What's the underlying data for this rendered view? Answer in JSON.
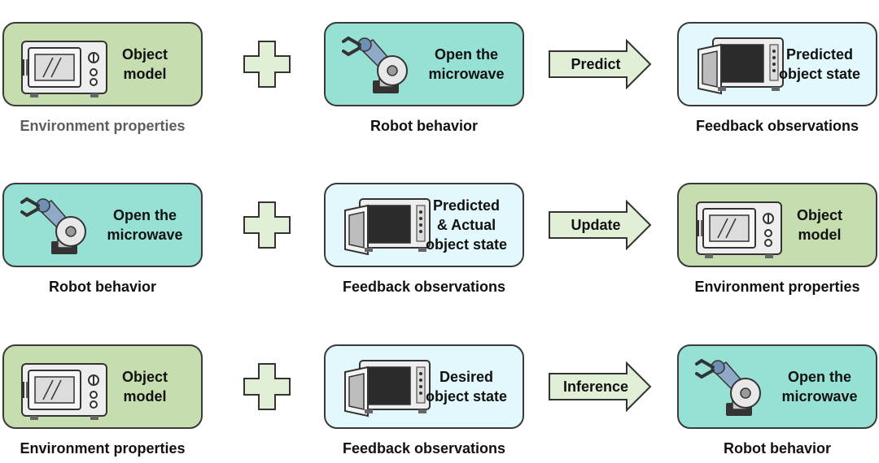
{
  "rows": [
    {
      "cards": [
        {
          "kind": "microwave-closed",
          "text": "Object\nmodel",
          "caption": "Environment properties"
        },
        {
          "kind": "robot-arm",
          "text": "Open the\nmicrowave",
          "caption": "Robot behavior"
        },
        {
          "kind": "microwave-open",
          "text": "Predicted\nobject state",
          "caption": "Feedback observations"
        }
      ],
      "arrow_label": "Predict"
    },
    {
      "cards": [
        {
          "kind": "robot-arm",
          "text": "Open the\nmicrowave",
          "caption": "Robot behavior"
        },
        {
          "kind": "microwave-open",
          "text": "Predicted\n& Actual\nobject state",
          "caption": "Feedback observations"
        },
        {
          "kind": "microwave-closed",
          "text": "Object\nmodel",
          "caption": "Environment properties"
        }
      ],
      "arrow_label": "Update"
    },
    {
      "cards": [
        {
          "kind": "microwave-closed",
          "text": "Object\nmodel",
          "caption": "Environment properties"
        },
        {
          "kind": "microwave-open",
          "text": "Desired\nobject state",
          "caption": "Feedback observations"
        },
        {
          "kind": "robot-arm",
          "text": "Open the\nmicrowave",
          "caption": "Robot behavior"
        }
      ],
      "arrow_label": "Inference"
    }
  ],
  "colors": {
    "environment_card": "#c6ddb0",
    "robot_card": "#97e0d4",
    "observation_card": "#e2f8fc",
    "plus_fill": "#e1efd6",
    "arrow_fill": "#e1efd6",
    "muted_caption": "#5d5d5d"
  }
}
